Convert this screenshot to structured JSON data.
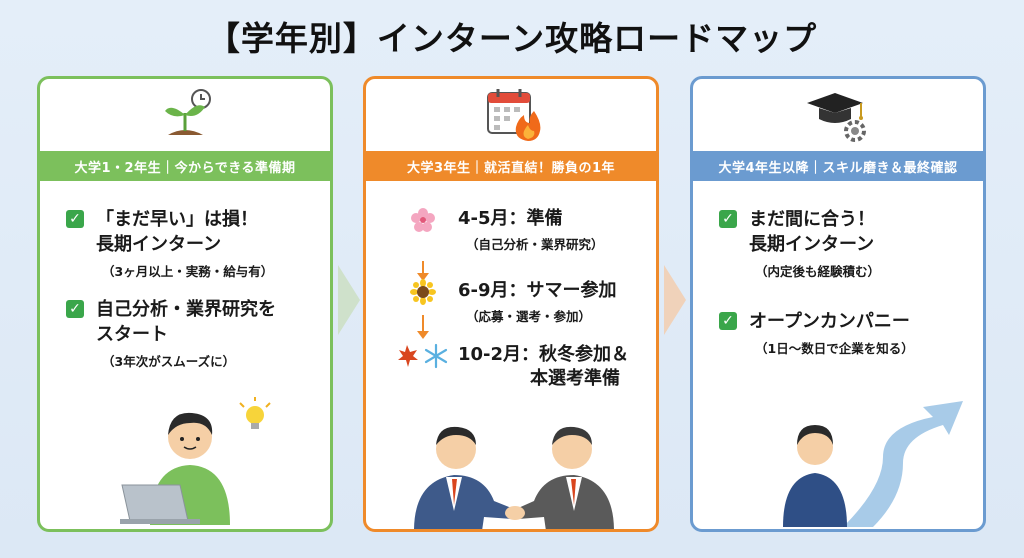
{
  "title": "【学年別】インターン攻略ロードマップ",
  "colors": {
    "green": "#7cc05c",
    "orange": "#ef8a2a",
    "blue": "#6b9bd0",
    "check": "#3aa64a"
  },
  "cards": [
    {
      "icon": "sprout-clock-icon",
      "header": "大学1・2年生｜今からできる準備期",
      "items": [
        {
          "title_1": "「まだ早い」は損！",
          "title_2": "長期インターン",
          "sub": "（3ヶ月以上・実務・給与有）"
        },
        {
          "title_1": "自己分析・業界研究を",
          "title_2": "スタート",
          "sub": "（3年次がスムーズに）"
        }
      ]
    },
    {
      "icon": "calendar-fire-icon",
      "header": "大学3年生｜就活直結！勝負の1年",
      "timeline": [
        {
          "icon": "sakura-icon",
          "title": "4-5月：準備",
          "sub": "（自己分析・業界研究）"
        },
        {
          "icon": "sunflower-icon",
          "title": "6-9月：サマー参加",
          "sub": "（応募・選考・参加）"
        },
        {
          "icon": "maple-snow-icon",
          "title_1": "10-2月：秋冬参加＆",
          "title_2": "本選考準備"
        }
      ]
    },
    {
      "icon": "graduation-cap-gear-icon",
      "header": "大学4年生以降｜スキル磨き＆最終確認",
      "items": [
        {
          "title_1": "まだ間に合う！",
          "title_2": "長期インターン",
          "sub": "（内定後も経験積む）"
        },
        {
          "title_1": "オープンカンパニー",
          "sub": "（1日〜数日で企業を知る）"
        }
      ]
    }
  ]
}
